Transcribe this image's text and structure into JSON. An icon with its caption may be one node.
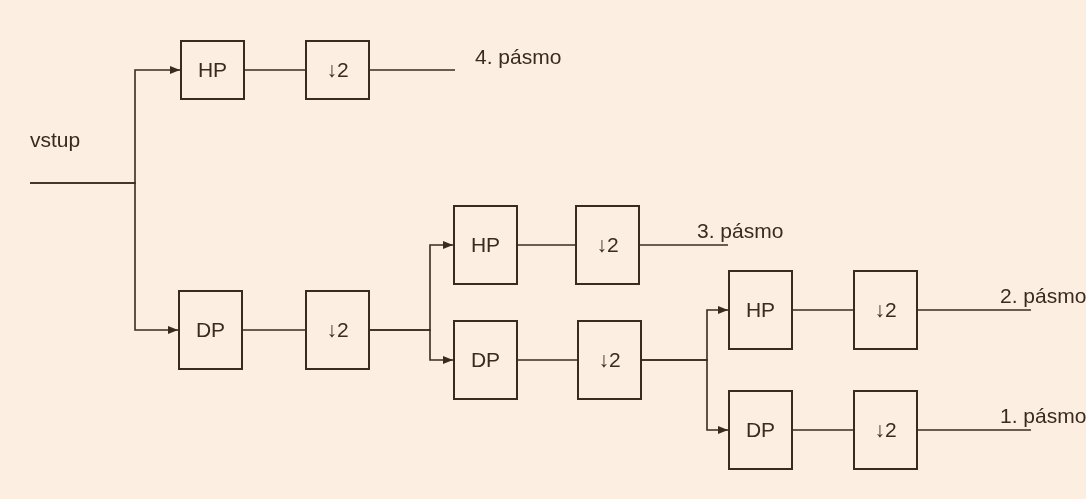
{
  "diagram": {
    "nodes": [
      {
        "text": [
          "HP"
        ]
      },
      {
        "text": [
          "↓2"
        ]
      },
      {
        "text": [
          "4. pásmo"
        ]
      },
      {
        "text": [
          "DP"
        ]
      },
      {
        "text": [
          "↓2"
        ]
      },
      {
        "text": [
          "HP"
        ]
      },
      {
        "text": [
          "↓2"
        ]
      },
      {
        "text": [
          "3. pásmo"
        ]
      },
      {
        "text": [
          "DP"
        ]
      },
      {
        "text": [
          "↓2"
        ]
      },
      {
        "text": [
          "HP"
        ]
      },
      {
        "text": [
          "↓2"
        ]
      },
      {
        "text": [
          "2. pásmo"
        ]
      },
      {
        "text": [
          "DP"
        ]
      },
      {
        "text": [
          "↓2"
        ]
      },
      {
        "text": [
          "1. pásmo"
        ]
      }
    ],
    "edges": [
      {
        "from": null,
        "to": 0,
        "arrow": "to"
      },
      {
        "from": null,
        "to": 3,
        "arrow": "to"
      },
      {
        "from": 0,
        "to": 1,
        "arrow": "none"
      },
      {
        "from": 1,
        "to": 2,
        "arrow": "none"
      },
      {
        "from": 3,
        "to": 4,
        "arrow": "none"
      },
      {
        "from": 4,
        "to": 5,
        "arrow": "to"
      },
      {
        "from": 4,
        "to": 8,
        "arrow": "to"
      },
      {
        "from": 5,
        "to": 6,
        "arrow": "none"
      },
      {
        "from": 6,
        "to": 7,
        "arrow": "none"
      },
      {
        "from": 8,
        "to": 9,
        "arrow": "none"
      },
      {
        "from": 9,
        "to": 10,
        "arrow": "to"
      },
      {
        "from": 9,
        "to": 13,
        "arrow": "to"
      },
      {
        "from": 10,
        "to": 11,
        "arrow": "none"
      },
      {
        "from": 11,
        "to": 12,
        "arrow": "none"
      },
      {
        "from": 13,
        "to": 14,
        "arrow": "none"
      },
      {
        "from": 14,
        "to": 15,
        "arrow": "none"
      }
    ],
    "labels": [
      "vstup"
    ]
  }
}
